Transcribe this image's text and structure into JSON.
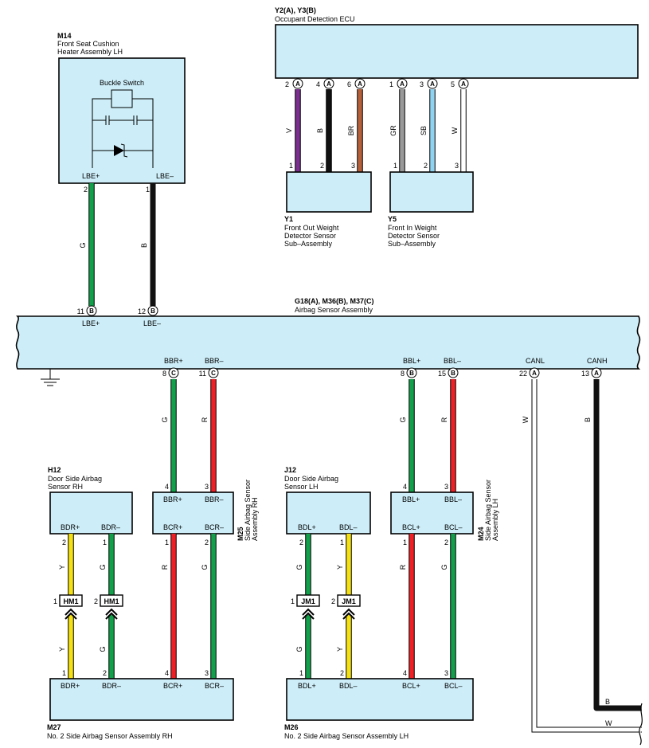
{
  "colors": {
    "box_fill": "#cdeef9",
    "V": "#7a2e8e",
    "B": "#111111",
    "BR": "#b5603a",
    "GR": "#9a9a9a",
    "SB": "#8fd3f0",
    "W": "#ffffff",
    "G": "#12a04a",
    "R": "#ee2026",
    "Y": "#f5e10f"
  },
  "components": {
    "m14": {
      "code": "M14",
      "line1": "Front Seat Cushion",
      "line2": "Heater Assembly LH",
      "switch_label": "Buckle Switch",
      "term_pos": "LBE+",
      "term_neg": "LBE–",
      "pin_pos": "2",
      "pin_neg": "1"
    },
    "ecu": {
      "code": "Y2(A), Y3(B)",
      "name": "Occupant Detection ECU"
    },
    "y1": {
      "code": "Y1",
      "line1": "Front Out Weight",
      "line2": "Detector Sensor",
      "line3": "Sub–Assembly"
    },
    "y5": {
      "code": "Y5",
      "line1": "Front In Weight",
      "line2": "Detector Sensor",
      "line3": "Sub–Assembly"
    },
    "airbag": {
      "code": "G18(A), M36(B), M37(C)",
      "name": "Airbag Sensor Assembly"
    },
    "h12": {
      "code": "H12",
      "line1": "Door Side Airbag",
      "line2": "Sensor RH"
    },
    "j12": {
      "code": "J12",
      "line1": "Door Side Airbag",
      "line2": "Sensor LH"
    },
    "m25": {
      "code": "M25",
      "line1": "Side Airbag Sensor",
      "line2": "Assembly RH"
    },
    "m24": {
      "code": "M24",
      "line1": "Side Airbag Sensor",
      "line2": "Assembly LH"
    },
    "m27": {
      "code": "M27",
      "name": "No. 2 Side Airbag Sensor Assembly RH"
    },
    "m26": {
      "code": "M26",
      "name": "No. 2 Side Airbag Sensor Assembly LH"
    }
  },
  "ecu_pins": [
    {
      "pin": "2",
      "conn": "A",
      "wire": "V",
      "sensor_pin": "1"
    },
    {
      "pin": "4",
      "conn": "A",
      "wire": "B",
      "sensor_pin": "2"
    },
    {
      "pin": "6",
      "conn": "A",
      "wire": "BR",
      "sensor_pin": "3"
    },
    {
      "pin": "1",
      "conn": "A",
      "wire": "GR",
      "sensor_pin": "1"
    },
    {
      "pin": "3",
      "conn": "A",
      "wire": "SB",
      "sensor_pin": "2"
    },
    {
      "pin": "5",
      "conn": "A",
      "wire": "W",
      "sensor_pin": "3"
    }
  ],
  "airbag_top_pins": [
    {
      "pin": "11",
      "conn": "B",
      "label": "LBE+",
      "wire": "G"
    },
    {
      "pin": "12",
      "conn": "B",
      "label": "LBE–",
      "wire": "B"
    }
  ],
  "airbag_bottom_pins": [
    {
      "pin": "8",
      "conn": "C",
      "label": "BBR+",
      "wire": "G"
    },
    {
      "pin": "11",
      "conn": "C",
      "label": "BBR–",
      "wire": "R"
    },
    {
      "pin": "8",
      "conn": "B",
      "label": "BBL+",
      "wire": "G"
    },
    {
      "pin": "15",
      "conn": "B",
      "label": "BBL–",
      "wire": "R"
    },
    {
      "pin": "22",
      "conn": "A",
      "label": "CANL",
      "wire": "W"
    },
    {
      "pin": "13",
      "conn": "A",
      "label": "CANH",
      "wire": "B"
    }
  ],
  "m25_terms": {
    "in_pos": "BBR+",
    "in_neg": "BBR–",
    "out_pos": "BCR+",
    "out_neg": "BCR–",
    "pin_in_pos": "4",
    "pin_in_neg": "3",
    "pin_out_pos": "1",
    "pin_out_neg": "2"
  },
  "m24_terms": {
    "in_pos": "BBL+",
    "in_neg": "BBL–",
    "out_pos": "BCL+",
    "out_neg": "BCL–",
    "pin_in_pos": "4",
    "pin_in_neg": "3",
    "pin_out_pos": "1",
    "pin_out_neg": "2"
  },
  "h12_terms": {
    "pos": "BDR+",
    "neg": "BDR–",
    "pin_pos": "2",
    "pin_neg": "1",
    "wire_pos": "Y",
    "wire_neg": "G"
  },
  "j12_terms": {
    "pos": "BDL+",
    "neg": "BDL–",
    "pin_pos": "2",
    "pin_neg": "1",
    "wire_pos": "G",
    "wire_neg": "Y"
  },
  "junctions": {
    "hm1": "HM1",
    "jm1": "JM1",
    "hm1_pins": [
      "1",
      "2"
    ],
    "jm1_pins": [
      "1",
      "2"
    ]
  },
  "m27_terms": [
    "BDR+",
    "BDR–",
    "BCR+",
    "BCR–"
  ],
  "m27_pins": [
    "1",
    "2",
    "4",
    "3"
  ],
  "m26_terms": [
    "BDL+",
    "BDL–",
    "BCL+",
    "BCL–"
  ],
  "m26_pins": [
    "1",
    "2",
    "4",
    "3"
  ],
  "m25_wire_labels": [
    "R",
    "G"
  ],
  "m24_wire_labels": [
    "R",
    "G"
  ],
  "can_wire_labels": {
    "canl": "W",
    "canh": "B"
  }
}
